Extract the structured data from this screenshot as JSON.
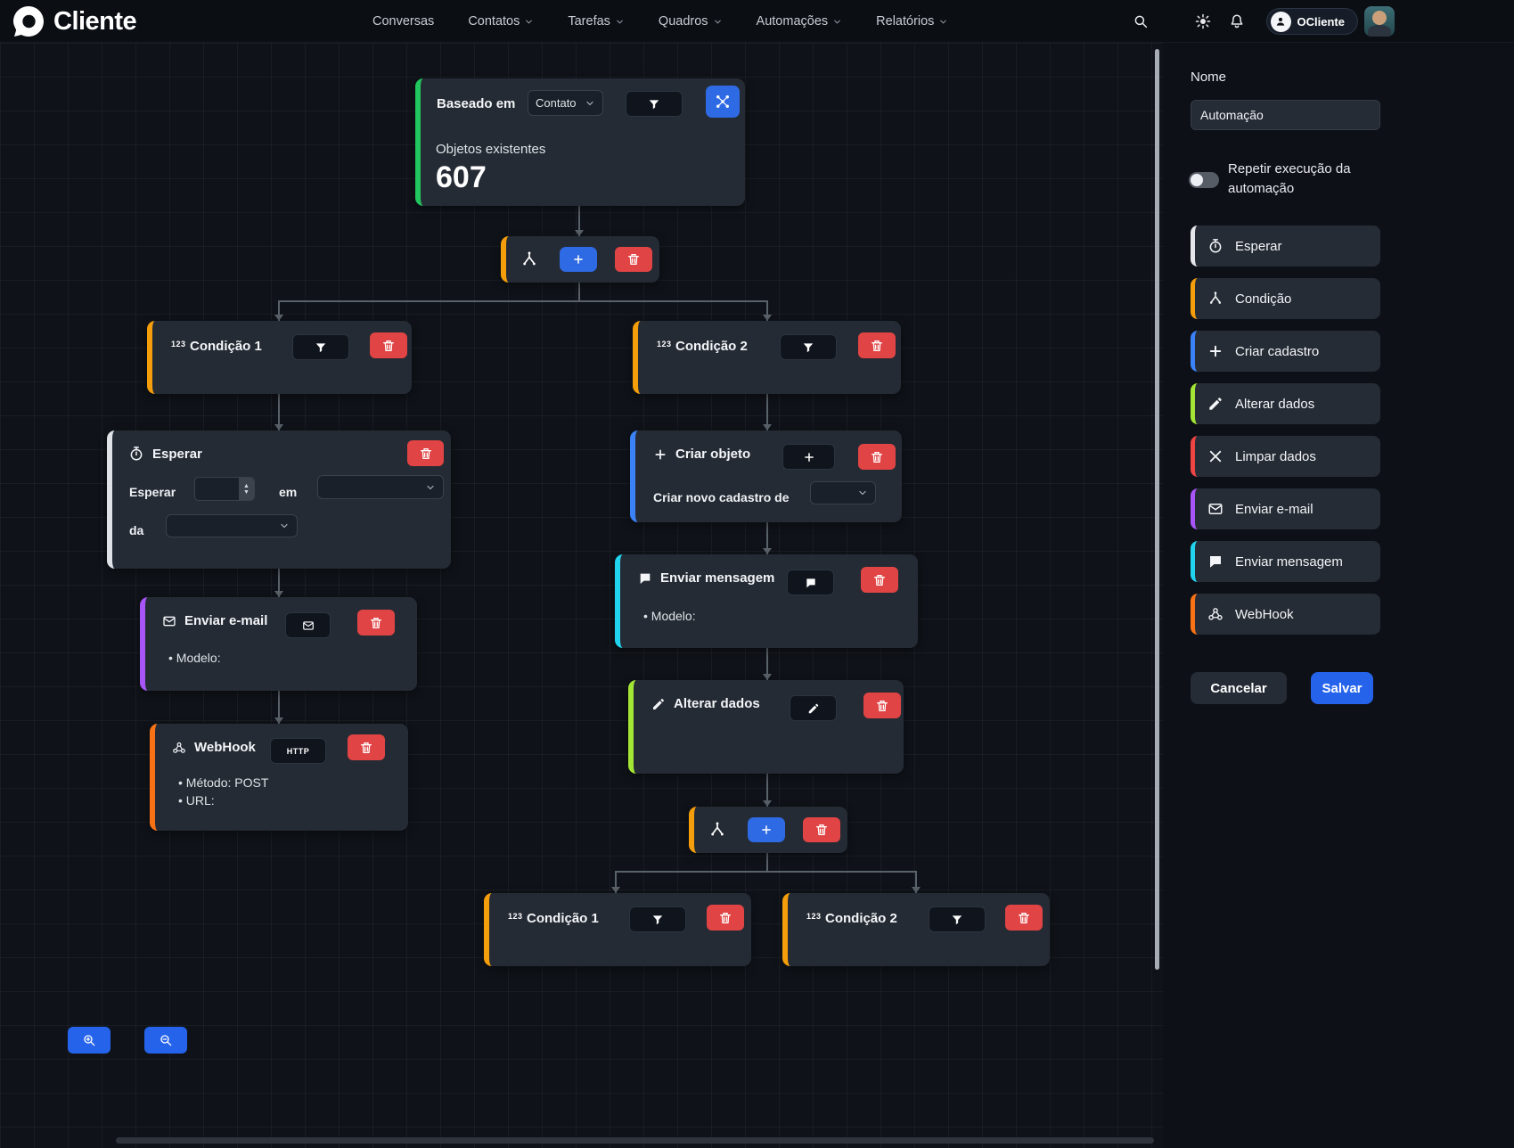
{
  "colors": {
    "primary": "#2563eb",
    "danger": "#e14444",
    "connector": "#596169"
  },
  "navbar": {
    "brand": "Cliente",
    "links": [
      {
        "label": "Conversas",
        "dropdown": false
      },
      {
        "label": "Contatos",
        "dropdown": true
      },
      {
        "label": "Tarefas",
        "dropdown": true
      },
      {
        "label": "Quadros",
        "dropdown": true
      },
      {
        "label": "Automações",
        "dropdown": true
      },
      {
        "label": "Relatórios",
        "dropdown": true
      }
    ],
    "user_label": "OCliente"
  },
  "flow": {
    "condition_icon_text": "123",
    "condition_accent": "#f59e0b",
    "trigger": {
      "title": "Baseado em",
      "select_value": "Contato",
      "objects_label": "Objetos existentes",
      "objects_count": "607",
      "accent": "#22c55e"
    },
    "cond_tl": {
      "title": "Condição 1"
    },
    "cond_tr": {
      "title": "Condição 2"
    },
    "cond_bl": {
      "title": "Condição 1"
    },
    "cond_br": {
      "title": "Condição 2"
    },
    "wait": {
      "title": "Esperar",
      "label1": "Esperar",
      "label_mid": "em",
      "label2": "da",
      "accent": "#dfe3e8"
    },
    "create": {
      "title": "Criar objeto",
      "subtitle": "Criar novo cadastro de",
      "accent": "#3b82f6"
    },
    "email": {
      "title": "Enviar e-mail",
      "model": "• Modelo:",
      "accent": "#a855f7"
    },
    "message": {
      "title": "Enviar mensagem",
      "model": "• Modelo:",
      "accent": "#22d3ee"
    },
    "update": {
      "title": "Alterar dados",
      "accent": "#a3e635"
    },
    "webhook": {
      "title": "WebHook",
      "badge": "HTTP",
      "method": "• Método: POST",
      "url": "• URL:",
      "accent": "#f97316"
    }
  },
  "panel": {
    "name_label": "Nome",
    "name_value": "Automação",
    "toggle_label": "Repetir execução da automação",
    "palette": [
      {
        "label": "Esperar",
        "color": "#e5e7eb"
      },
      {
        "label": "Condição",
        "color": "#f59e0b"
      },
      {
        "label": "Criar cadastro",
        "color": "#3b82f6"
      },
      {
        "label": "Alterar dados",
        "color": "#a3e635"
      },
      {
        "label": "Limpar dados",
        "color": "#ef4444"
      },
      {
        "label": "Enviar e-mail",
        "color": "#a855f7"
      },
      {
        "label": "Enviar mensagem",
        "color": "#22d3ee"
      },
      {
        "label": "WebHook",
        "color": "#f97316"
      }
    ],
    "cancel_label": "Cancelar",
    "save_label": "Salvar"
  }
}
